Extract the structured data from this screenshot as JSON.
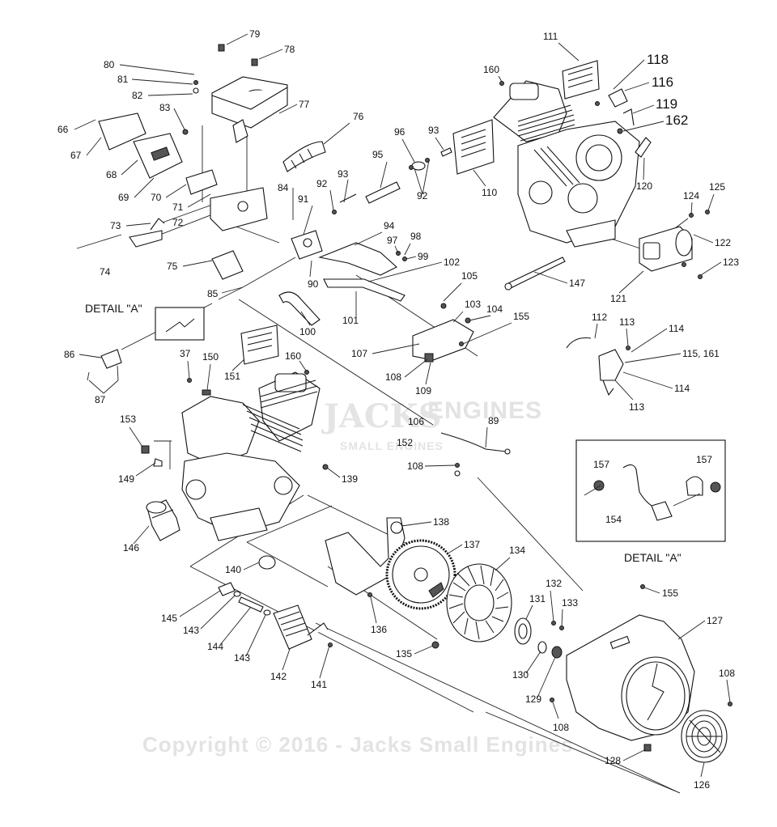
{
  "callouts": [
    {
      "id": "80",
      "label": "80"
    },
    {
      "id": "81",
      "label": "81"
    },
    {
      "id": "82",
      "label": "82"
    },
    {
      "id": "79",
      "label": "79"
    },
    {
      "id": "78",
      "label": "78"
    },
    {
      "id": "77",
      "label": "77"
    },
    {
      "id": "83",
      "label": "83"
    },
    {
      "id": "66",
      "label": "66"
    },
    {
      "id": "67",
      "label": "67"
    },
    {
      "id": "68",
      "label": "68"
    },
    {
      "id": "69",
      "label": "69"
    },
    {
      "id": "70",
      "label": "70"
    },
    {
      "id": "71",
      "label": "71"
    },
    {
      "id": "72",
      "label": "72"
    },
    {
      "id": "73",
      "label": "73"
    },
    {
      "id": "74",
      "label": "74"
    },
    {
      "id": "75",
      "label": "75"
    },
    {
      "id": "76",
      "label": "76"
    },
    {
      "id": "84",
      "label": "84"
    },
    {
      "id": "91",
      "label": "91"
    },
    {
      "id": "92a",
      "label": "92"
    },
    {
      "id": "93a",
      "label": "93"
    },
    {
      "id": "95",
      "label": "95"
    },
    {
      "id": "96",
      "label": "96"
    },
    {
      "id": "93b",
      "label": "93"
    },
    {
      "id": "92b",
      "label": "92"
    },
    {
      "id": "94",
      "label": "94"
    },
    {
      "id": "97",
      "label": "97"
    },
    {
      "id": "98",
      "label": "98"
    },
    {
      "id": "99",
      "label": "99"
    },
    {
      "id": "90",
      "label": "90"
    },
    {
      "id": "85",
      "label": "85"
    },
    {
      "id": "102",
      "label": "102"
    },
    {
      "id": "105",
      "label": "105"
    },
    {
      "id": "101",
      "label": "101"
    },
    {
      "id": "100",
      "label": "100"
    },
    {
      "id": "103",
      "label": "103"
    },
    {
      "id": "104",
      "label": "104"
    },
    {
      "id": "155a",
      "label": "155"
    },
    {
      "id": "107",
      "label": "107"
    },
    {
      "id": "108a",
      "label": "108"
    },
    {
      "id": "109",
      "label": "109"
    },
    {
      "id": "111",
      "label": "111"
    },
    {
      "id": "160a",
      "label": "160"
    },
    {
      "id": "118",
      "label": "118"
    },
    {
      "id": "116",
      "label": "116"
    },
    {
      "id": "119",
      "label": "119"
    },
    {
      "id": "162",
      "label": "162"
    },
    {
      "id": "110",
      "label": "110"
    },
    {
      "id": "120",
      "label": "120"
    },
    {
      "id": "124",
      "label": "124"
    },
    {
      "id": "125",
      "label": "125"
    },
    {
      "id": "122",
      "label": "122"
    },
    {
      "id": "123",
      "label": "123"
    },
    {
      "id": "147",
      "label": "147"
    },
    {
      "id": "121",
      "label": "121"
    },
    {
      "id": "112",
      "label": "112"
    },
    {
      "id": "113a",
      "label": "113"
    },
    {
      "id": "114a",
      "label": "114"
    },
    {
      "id": "115",
      "label": "115, 161"
    },
    {
      "id": "114b",
      "label": "114"
    },
    {
      "id": "113b",
      "label": "113"
    },
    {
      "id": "86",
      "label": "86"
    },
    {
      "id": "87",
      "label": "87"
    },
    {
      "id": "37",
      "label": "37"
    },
    {
      "id": "150",
      "label": "150"
    },
    {
      "id": "151",
      "label": "151"
    },
    {
      "id": "160b",
      "label": "160"
    },
    {
      "id": "106",
      "label": "106"
    },
    {
      "id": "152",
      "label": "152"
    },
    {
      "id": "89",
      "label": "89"
    },
    {
      "id": "153",
      "label": "153"
    },
    {
      "id": "149",
      "label": "149"
    },
    {
      "id": "139",
      "label": "139"
    },
    {
      "id": "108b",
      "label": "108"
    },
    {
      "id": "146",
      "label": "146"
    },
    {
      "id": "157a",
      "label": "157"
    },
    {
      "id": "157b",
      "label": "157"
    },
    {
      "id": "154",
      "label": "154"
    },
    {
      "id": "138",
      "label": "138"
    },
    {
      "id": "137",
      "label": "137"
    },
    {
      "id": "134",
      "label": "134"
    },
    {
      "id": "140",
      "label": "140"
    },
    {
      "id": "132",
      "label": "132"
    },
    {
      "id": "133",
      "label": "133"
    },
    {
      "id": "131",
      "label": "131"
    },
    {
      "id": "155b",
      "label": "155"
    },
    {
      "id": "127",
      "label": "127"
    },
    {
      "id": "145",
      "label": "145"
    },
    {
      "id": "143a",
      "label": "143"
    },
    {
      "id": "144",
      "label": "144"
    },
    {
      "id": "143b",
      "label": "143"
    },
    {
      "id": "136",
      "label": "136"
    },
    {
      "id": "135",
      "label": "135"
    },
    {
      "id": "130",
      "label": "130"
    },
    {
      "id": "129",
      "label": "129"
    },
    {
      "id": "108c",
      "label": "108"
    },
    {
      "id": "142",
      "label": "142"
    },
    {
      "id": "141",
      "label": "141"
    },
    {
      "id": "108d",
      "label": "108"
    },
    {
      "id": "128",
      "label": "128"
    },
    {
      "id": "126",
      "label": "126"
    }
  ],
  "detail_label_top": "DETAIL \"A\"",
  "detail_label_box": "DETAIL \"A\"",
  "watermark_text": "Copyright © 2016 - Jacks Small Engines",
  "logo_text": "JACKS",
  "logo_text_2": "SMALL ENGINES",
  "logo_side": "ENGINES"
}
